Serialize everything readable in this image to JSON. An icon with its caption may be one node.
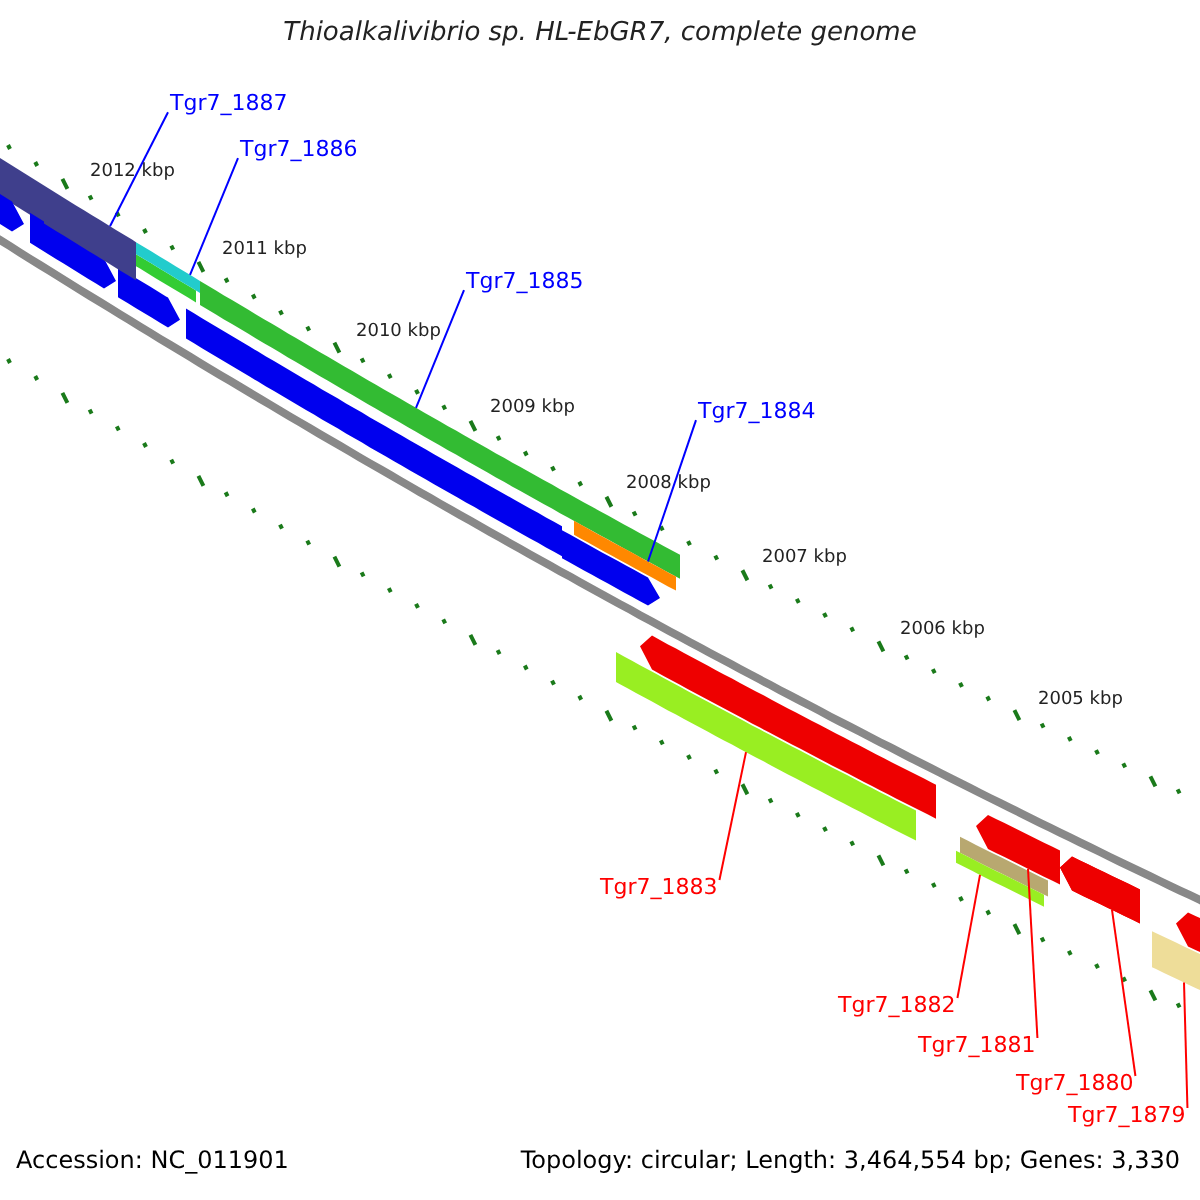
{
  "diagram": {
    "title": "Thioalkalivibrio sp. HL-EbGR7, complete genome",
    "nodes": [
      {
        "text": [
          "Tgr7_1887"
        ]
      },
      {
        "text": [
          "Tgr7_1886"
        ]
      },
      {
        "text": [
          "Tgr7_1885"
        ]
      },
      {
        "text": [
          "Tgr7_1884"
        ]
      },
      {
        "text": [
          "Tgr7_1883"
        ]
      },
      {
        "text": [
          "Tgr7_1882"
        ]
      },
      {
        "text": [
          "Tgr7_1881"
        ]
      },
      {
        "text": [
          "Tgr7_1880"
        ]
      },
      {
        "text": [
          "Tgr7_1879"
        ]
      },
      {
        "text": [],
        "shape": "bar"
      },
      {
        "text": [],
        "shape": "bar"
      },
      {
        "text": [],
        "shape": "bar"
      },
      {
        "text": [],
        "shape": "bar"
      },
      {
        "text": [],
        "shape": "bar"
      },
      {
        "text": [],
        "shape": "bar"
      },
      {
        "text": [],
        "shape": "bar"
      },
      {
        "text": [],
        "shape": "bar"
      },
      {
        "text": [],
        "shape": "bar"
      }
    ],
    "edges": [
      {
        "from": 0,
        "to": 9,
        "arrow": "none",
        "color": "#0000ff"
      },
      {
        "from": 1,
        "to": 10,
        "arrow": "none",
        "color": "#0000ff"
      },
      {
        "from": 2,
        "to": 11,
        "arrow": "none",
        "color": "#0000ff"
      },
      {
        "from": 3,
        "to": 12,
        "arrow": "none",
        "color": "#0000ff"
      },
      {
        "from": 4,
        "to": 13,
        "arrow": "none"
      },
      {
        "from": 5,
        "to": 14,
        "arrow": "none"
      },
      {
        "from": 6,
        "to": 15,
        "arrow": "none"
      },
      {
        "from": 7,
        "to": 16,
        "arrow": "none"
      },
      {
        "from": 8,
        "to": 17,
        "arrow": "none"
      }
    ],
    "labels": [
      "2012 kbp",
      "2011 kbp",
      "2010 kbp",
      "2009 kbp",
      "2008 kbp",
      "2007 kbp",
      "2006 kbp",
      "2005 kbp",
      "Accession: NC_011901",
      "Topology: circular; Length: 3,464,554 bp; Genes: 3,330"
    ]
  }
}
